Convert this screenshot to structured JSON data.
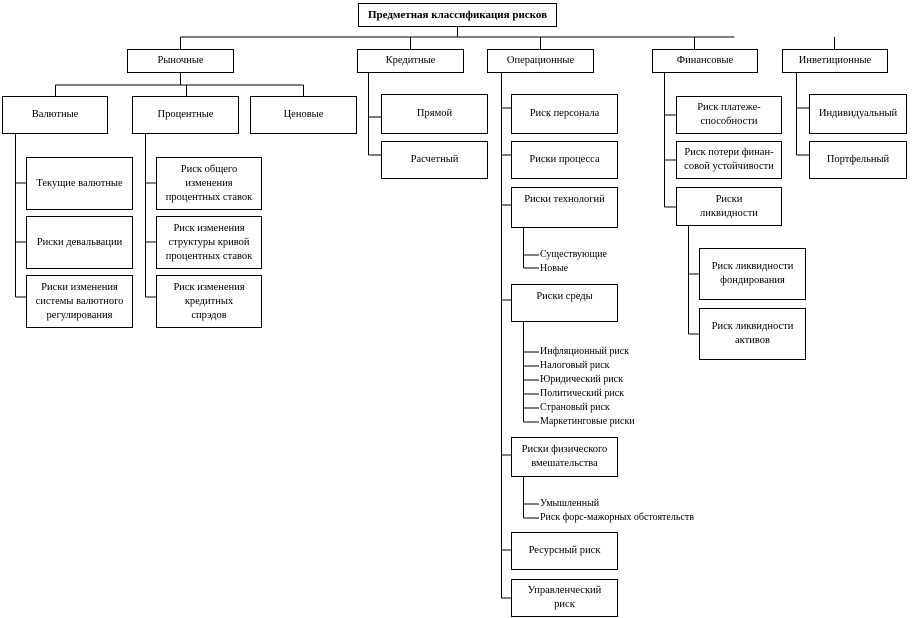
{
  "root": {
    "label": "Предметная классификация рисков"
  },
  "categories": [
    {
      "label": "Рыночные"
    },
    {
      "label": "Кредитные"
    },
    {
      "label": "Операционные"
    },
    {
      "label": "Финансовые"
    },
    {
      "label": "Инветиционные"
    }
  ],
  "market": {
    "sub": [
      {
        "label": "Валютные"
      },
      {
        "label": "Процентные"
      },
      {
        "label": "Ценовые"
      }
    ],
    "currency": [
      {
        "label": "Текущие валютные"
      },
      {
        "label": "Риски девальвации"
      },
      {
        "label": "Риски изменения\nсистемы валютного\nрегулирования"
      }
    ],
    "interest": [
      {
        "label": "Риск общего\nизменения\nпроцентных ставок"
      },
      {
        "label": "Риск изменения\nструктуры кривой\nпроцентных ставок"
      },
      {
        "label": "Риск изменения\nкредитных\nспрэдов"
      }
    ]
  },
  "credit": [
    {
      "label": "Прямой"
    },
    {
      "label": "Расчетный"
    }
  ],
  "operational": [
    {
      "label": "Риск персонала"
    },
    {
      "label": "Риски процесса"
    },
    {
      "label": "Риски технологий"
    },
    {
      "label": "Риски среды"
    },
    {
      "label": "Риски физического\nвмешательства"
    },
    {
      "label": "Ресурсный риск"
    },
    {
      "label": "Управленческий\nриск"
    }
  ],
  "tech_items": [
    "Существующие",
    "Новые"
  ],
  "env_items": [
    "Инфляционный риск",
    "Налоговый риск",
    "Юридический риск",
    "Политический риск",
    "Страновый риск",
    "Маркетинговые риски"
  ],
  "phys_items": [
    "Умышленный",
    "Риск форс-мажорных обстоятельств"
  ],
  "financial": [
    {
      "label": "Риск платеже-\nспособности"
    },
    {
      "label": "Риск потери финан-\nсовой устойчивости"
    },
    {
      "label": "Риски\nликвидности"
    }
  ],
  "liquidity": [
    {
      "label": "Риск ликвидности\nфондирования"
    },
    {
      "label": "Риск ликвидности\nактивов"
    }
  ],
  "investment": [
    {
      "label": "Индивидуальный"
    },
    {
      "label": "Портфельный"
    }
  ],
  "colors": {
    "line": "#000000",
    "box_border": "#000000",
    "background": "#ffffff"
  }
}
